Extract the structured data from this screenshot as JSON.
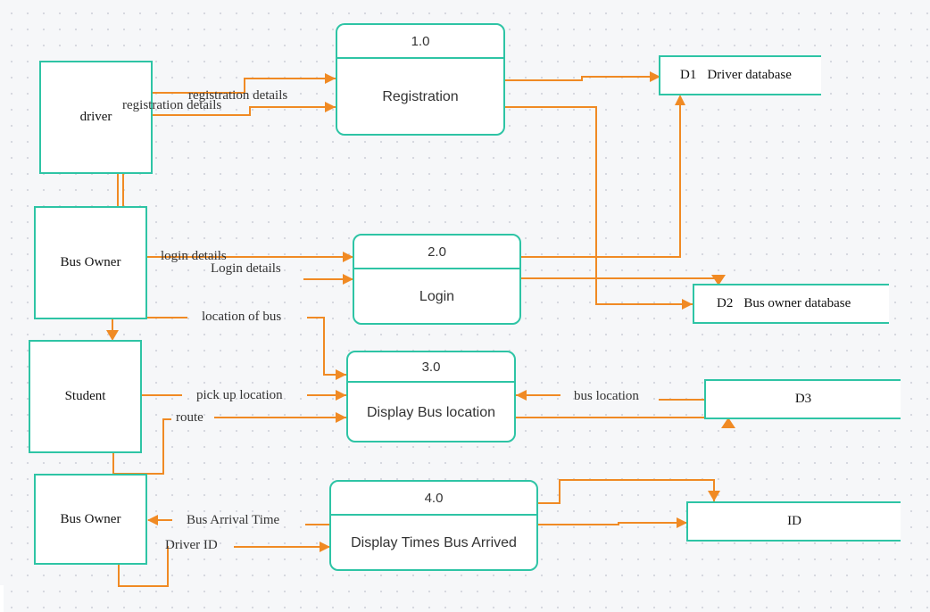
{
  "colors": {
    "flow": "#f08a24",
    "border": "#2ec4a5",
    "background": "#f6f7f9"
  },
  "entities": {
    "driver": "driver",
    "bus_owner_top": "Bus Owner",
    "student": "Student",
    "bus_owner_bottom": "Bus Owner"
  },
  "processes": {
    "p1": {
      "id": "1.0",
      "name": "Registration"
    },
    "p2": {
      "id": "2.0",
      "name": "Login"
    },
    "p3": {
      "id": "3.0",
      "name": "Display Bus location"
    },
    "p4": {
      "id": "4.0",
      "name": "Display Times Bus Arrived"
    }
  },
  "stores": {
    "d1": {
      "id": "D1",
      "name": "Driver database"
    },
    "d2": {
      "id": "D2",
      "name": "Bus owner database"
    },
    "d3": {
      "id": "D3",
      "name": ""
    },
    "id_store": {
      "id": "",
      "name": "ID"
    }
  },
  "flows": {
    "registration_details_upper": "registration details",
    "registration_details_lower": "registration details",
    "login_details_lower": "login details",
    "login_details_upper": "Login details",
    "location_of_bus": "location of bus",
    "pick_up_location": "pick up location",
    "route": "route",
    "bus_location": "bus location",
    "bus_arrival_time": "Bus Arrival Time",
    "driver_id": "Driver ID"
  }
}
